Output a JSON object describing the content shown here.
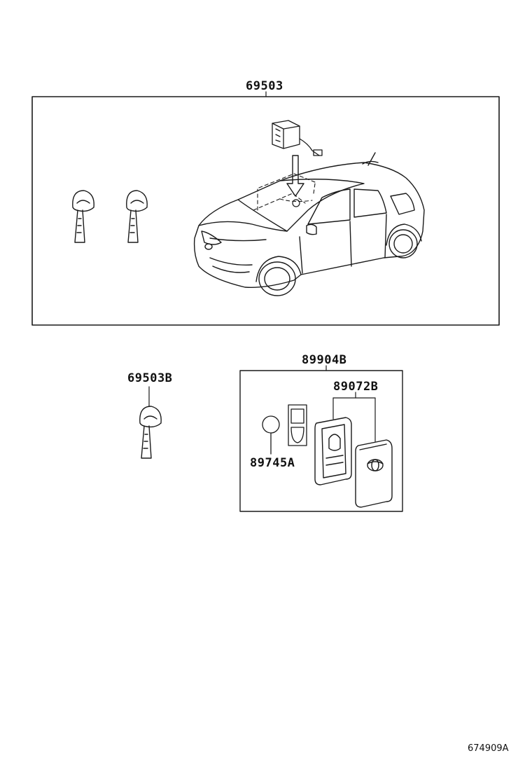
{
  "labels": {
    "kit_main": "69503",
    "key_blank": "69503B",
    "smart_key": "89904B",
    "case": "89072B",
    "battery": "89745A"
  },
  "illustration_id": "674909A"
}
